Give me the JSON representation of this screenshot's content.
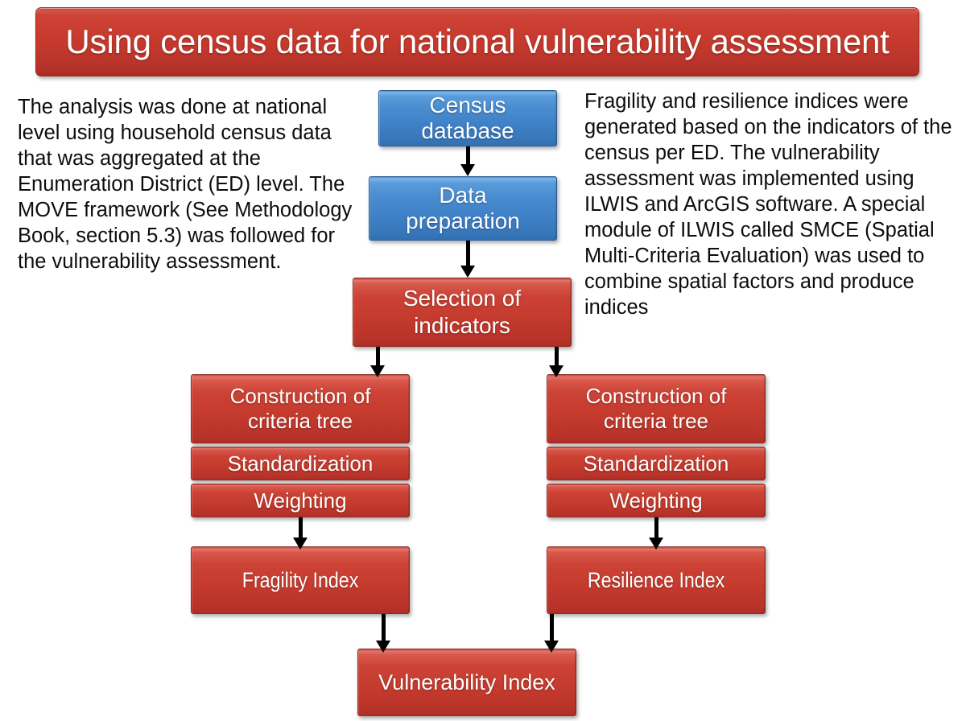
{
  "title": {
    "text": "Using census data for national vulnerability assessment",
    "bg_color": "#c4392c",
    "text_color": "#ffffff"
  },
  "paragraphs": {
    "left": "The analysis was done at national level using household census data that was aggregated at the Enumeration District (ED) level. The MOVE framework (See Methodology Book, section 5.3) was followed for the vulnerability assessment.",
    "right": "Fragility and resilience indices were generated based on the indicators of the census per ED. The vulnerability assessment was implemented using ILWIS and ArcGIS software. A special module of ILWIS called SMCE (Spatial Multi-Criteria Evaluation) was used to combine spatial factors and produce indices"
  },
  "colors": {
    "red_node": "#c4392c",
    "blue_node": "#4186ca",
    "arrow": "#000000",
    "background": "#ffffff"
  },
  "flow": {
    "nodes": [
      {
        "id": "census-database",
        "label": "Census\ndatabase",
        "color": "blue"
      },
      {
        "id": "data-preparation",
        "label": "Data\npreparation",
        "color": "blue"
      },
      {
        "id": "selection-indicators",
        "label": "Selection of\nindicators",
        "color": "red"
      },
      {
        "id": "left-criteria-tree",
        "label": "Construction of\ncriteria tree",
        "color": "red"
      },
      {
        "id": "left-standardization",
        "label": "Standardization",
        "color": "red"
      },
      {
        "id": "left-weighting",
        "label": "Weighting",
        "color": "red"
      },
      {
        "id": "fragility-index",
        "label": "Fragility Index",
        "color": "red"
      },
      {
        "id": "right-criteria-tree",
        "label": "Construction of\ncriteria tree",
        "color": "red"
      },
      {
        "id": "right-standardization",
        "label": "Standardization",
        "color": "red"
      },
      {
        "id": "right-weighting",
        "label": "Weighting",
        "color": "red"
      },
      {
        "id": "resilience-index",
        "label": "Resilience  Index",
        "color": "red"
      },
      {
        "id": "vulnerability-index",
        "label": "Vulnerability  Index",
        "color": "red"
      }
    ],
    "edges": [
      {
        "from": "census-database",
        "to": "data-preparation"
      },
      {
        "from": "data-preparation",
        "to": "selection-indicators"
      },
      {
        "from": "selection-indicators",
        "to": "left-criteria-tree"
      },
      {
        "from": "selection-indicators",
        "to": "right-criteria-tree"
      },
      {
        "from": "left-weighting",
        "to": "fragility-index"
      },
      {
        "from": "right-weighting",
        "to": "resilience-index"
      },
      {
        "from": "fragility-index",
        "to": "vulnerability-index"
      },
      {
        "from": "resilience-index",
        "to": "vulnerability-index"
      }
    ]
  }
}
